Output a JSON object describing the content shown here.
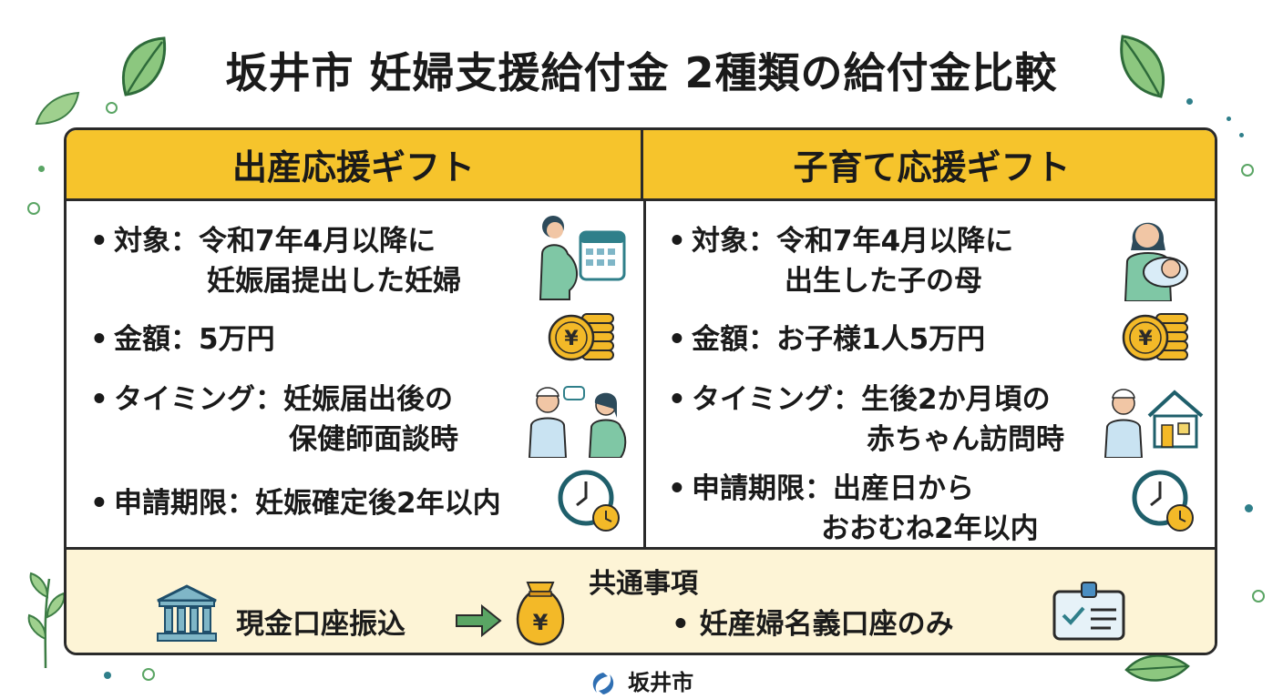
{
  "title": "坂井市 妊婦支援給付金 2種類の給付金比較",
  "colors": {
    "header_yellow": "#f6c42c",
    "common_bg": "#fdf4d6",
    "leaf_green": "#5aa564",
    "accent_teal": "#2f7f8a"
  },
  "left": {
    "heading": "出産応援ギフト",
    "rows": [
      {
        "label": "対象",
        "colon": "：",
        "value": "令和7年4月以降に",
        "value2": "妊娠届提出した妊婦",
        "icon": "pregnant-woman-calendar-icon"
      },
      {
        "label": "金額",
        "colon": "：",
        "value": "5万円",
        "value2": "",
        "icon": "yen-coins-icon"
      },
      {
        "label": "タイミング",
        "colon": "：",
        "value": "妊娠届出後の",
        "value2": "保健師面談時",
        "icon": "nurse-consultation-icon"
      },
      {
        "label": "申請期限",
        "colon": "：",
        "value": "妊娠確定後2年以内",
        "value2": "",
        "icon": "clock-icon"
      }
    ]
  },
  "right": {
    "heading": "子育て応援ギフト",
    "rows": [
      {
        "label": "対象",
        "colon": "：",
        "value": "令和7年4月以降に",
        "value2": "出生した子の母",
        "icon": "mother-baby-icon"
      },
      {
        "label": "金額",
        "colon": "：",
        "value": "お子様1人5万円",
        "value2": "",
        "icon": "yen-coins-icon"
      },
      {
        "label": "タイミング",
        "colon": "：",
        "value": "生後2か月頃の",
        "value2": "赤ちゃん訪問時",
        "icon": "nurse-home-visit-icon"
      },
      {
        "label": "申請期限",
        "colon": "：",
        "value": "出産日から",
        "value2": "おおむね2年以内",
        "icon": "clock-icon"
      }
    ]
  },
  "common": {
    "heading": "共通事項",
    "transfer": "現金口座振込",
    "account_note": "妊産婦名義口座のみ",
    "bullet": "•"
  },
  "footer": {
    "logo_text": "坂井市"
  }
}
